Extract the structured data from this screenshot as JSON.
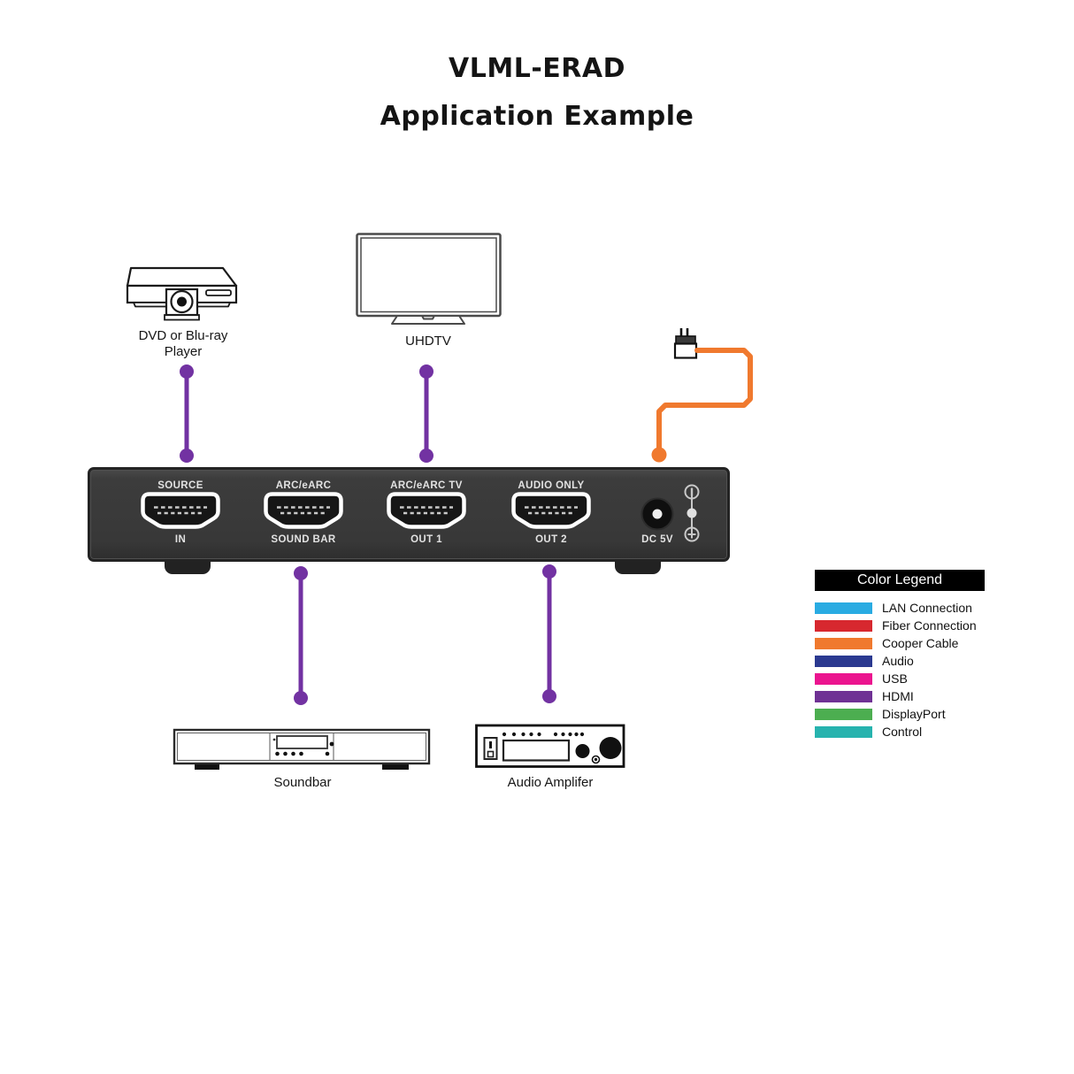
{
  "title": "VLML-ERAD",
  "subtitle": "Application Example",
  "colors": {
    "hdmi_cable": "#7232A2",
    "copper_cable": "#F0792E"
  },
  "endpoints": {
    "dvd": {
      "label_line1": "DVD or Blu-ray",
      "label_line2": "Player"
    },
    "tv": {
      "label": "UHDTV"
    },
    "soundbar": {
      "label": "Soundbar"
    },
    "amplifier": {
      "label": "Audio Amplifer"
    }
  },
  "switch": {
    "ports": [
      {
        "top": "SOURCE",
        "bottom": "IN"
      },
      {
        "top": "ARC/eARC",
        "bottom": "SOUND BAR"
      },
      {
        "top": "ARC/eARC TV",
        "bottom": "OUT 1"
      },
      {
        "top": "AUDIO ONLY",
        "bottom": "OUT 2"
      }
    ],
    "power_label": "DC 5V"
  },
  "legend": {
    "title": "Color Legend",
    "items": [
      {
        "label": "LAN Connection",
        "color": "#29ABE2"
      },
      {
        "label": "Fiber Connection",
        "color": "#D7282F"
      },
      {
        "label": "Cooper Cable",
        "color": "#F0792E"
      },
      {
        "label": "Audio",
        "color": "#2B3990"
      },
      {
        "label": "USB",
        "color": "#EB148F"
      },
      {
        "label": "HDMI",
        "color": "#6F3194"
      },
      {
        "label": "DisplayPort",
        "color": "#4CAE50"
      },
      {
        "label": "Control",
        "color": "#26B3AE"
      }
    ]
  }
}
